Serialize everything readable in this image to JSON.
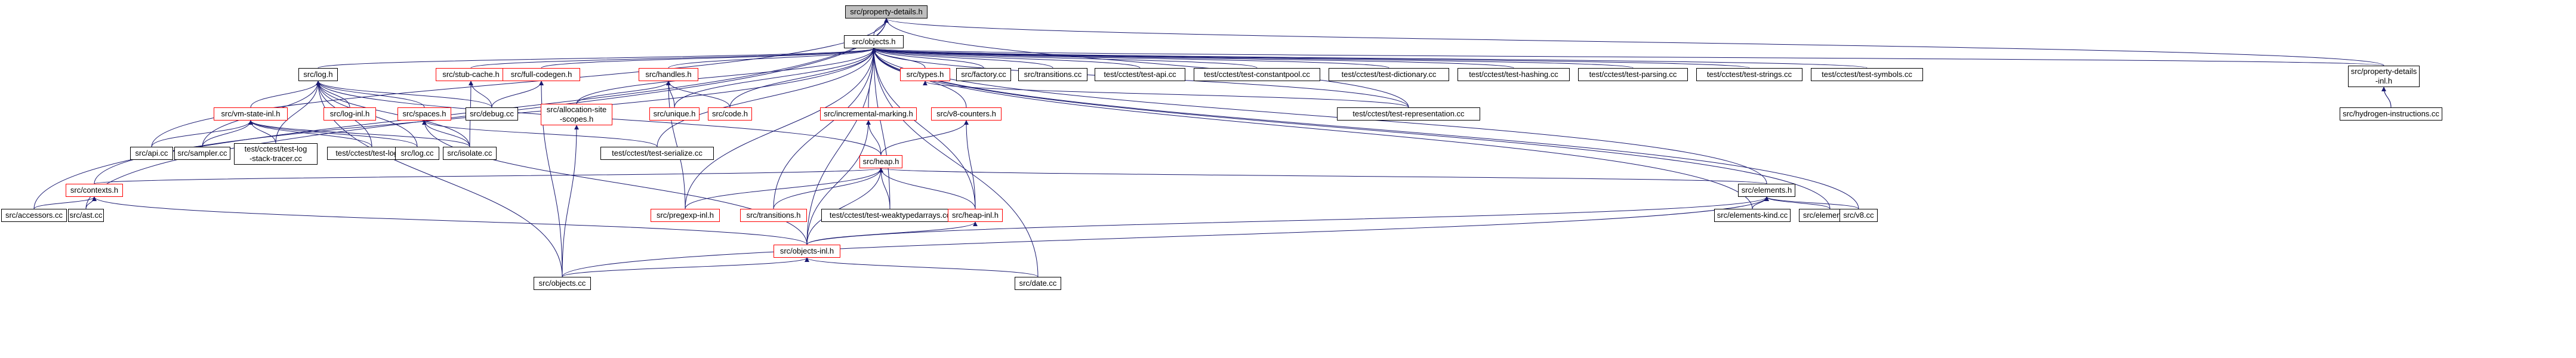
{
  "graph": {
    "nodes": {
      "property_details_h": "src/property-details.h",
      "objects_h": "src/objects.h",
      "accessors_cc": "src/accessors.cc",
      "ast_cc": "src/ast.cc",
      "api_cc": "src/api.cc",
      "log_h": "src/log.h",
      "stub_cache_h": "src/stub-cache.h",
      "full_codegen_h": "src/full-codegen.h",
      "handles_h": "src/handles.h",
      "types_h": "src/types.h",
      "factory_cc": "src/factory.cc",
      "transitions_cc": "src/transitions.cc",
      "test_api_cc": "test/cctest/test-api.cc",
      "test_constantpool_cc": "test/cctest/test-constantpool.cc",
      "test_dictionary_cc": "test/cctest/test-dictionary.cc",
      "test_hashing_cc": "test/cctest/test-hashing.cc",
      "test_parsing_cc": "test/cctest/test-parsing.cc",
      "test_strings_cc": "test/cctest/test-strings.cc",
      "test_symbols_cc": "test/cctest/test-symbols.cc",
      "property_details_inl_h": "src/property-details\n-inl.h",
      "vm_state_inl_h": "src/vm-state-inl.h",
      "log_inl_h": "src/log-inl.h",
      "spaces_h": "src/spaces.h",
      "debug_cc": "src/debug.cc",
      "allocation_site_scopes_h": "src/allocation-site\n-scopes.h",
      "unique_h": "src/unique.h",
      "code_h": "src/code.h",
      "incremental_marking_h": "src/incremental-marking.h",
      "v8_counters_h": "src/v8-counters.h",
      "test_representation_cc": "test/cctest/test-representation.cc",
      "hydrogen_instructions_cc": "src/hydrogen-instructions.cc",
      "sampler_cc": "src/sampler.cc",
      "test_log_stack_tracer_cc": "test/cctest/test-log\n-stack-tracer.cc",
      "test_log_cc": "test/cctest/test-log.cc",
      "log_cc": "src/log.cc",
      "isolate_cc": "src/isolate.cc",
      "test_serialize_cc": "test/cctest/test-serialize.cc",
      "heap_h": "src/heap.h",
      "contexts_h": "src/contexts.h",
      "elements_h": "src/elements.h",
      "pregexp_inl_h": "src/pregexp-inl.h",
      "transitions_h": "src/transitions.h",
      "test_weaktypedarrays_cc": "test/cctest/test-weaktypedarrays.cc",
      "heap_inl_h": "src/heap-inl.h",
      "objects_inl_h": "src/objects-inl.h",
      "elements_kind_cc": "src/elements-kind.cc",
      "elements_cc": "src/elements.cc",
      "v8_cc": "src/v8.cc",
      "objects_cc": "src/objects.cc",
      "date_cc": "src/date.cc"
    }
  }
}
